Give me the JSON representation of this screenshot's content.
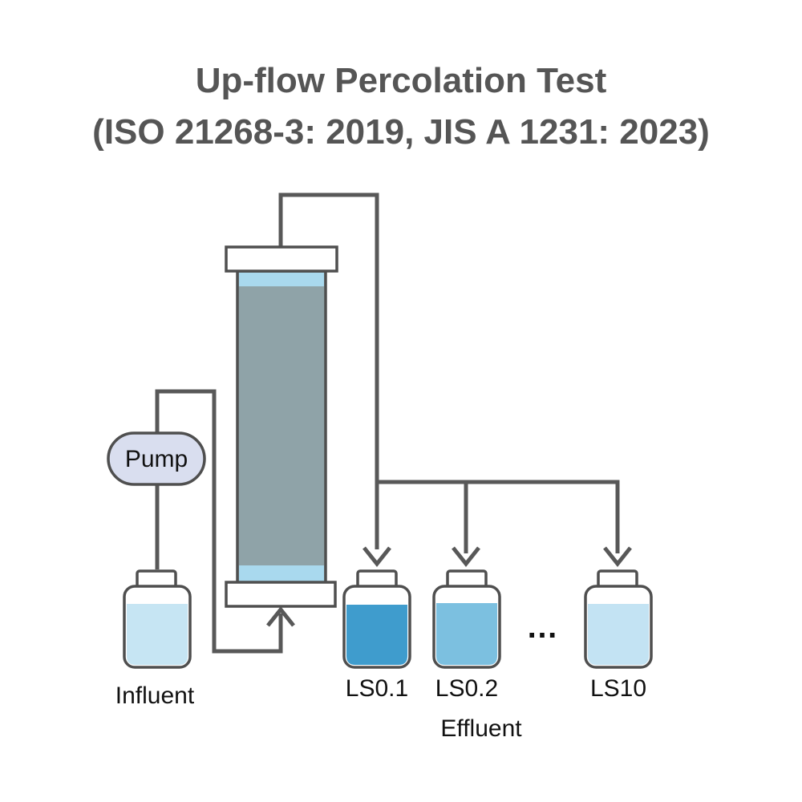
{
  "title": {
    "line1": "Up-flow Percolation Test",
    "line2": "(ISO 21268-3: 2019, JIS A 1231: 2023)"
  },
  "labels": {
    "pump": "Pump",
    "influent": "Influent",
    "effluent": "Effluent",
    "ellipsis": "…"
  },
  "bottles": [
    {
      "label": "LS0.1",
      "fill": "#3f9ccd"
    },
    {
      "label": "LS0.2",
      "fill": "#7cc0e0"
    },
    {
      "label": "LS10",
      "fill": "#c3e3f3"
    }
  ],
  "colors": {
    "pipe": "#585858",
    "column_media": "#8fa3a8",
    "column_water": "#a9d9ee",
    "pump_body": "#d9deef",
    "influent_liquid": "#c6e5f3",
    "container": "#ffffff"
  },
  "icons": [
    "pump-icon",
    "arrow-up-icon",
    "arrow-down-icon",
    "bottle-icon",
    "column-icon"
  ]
}
